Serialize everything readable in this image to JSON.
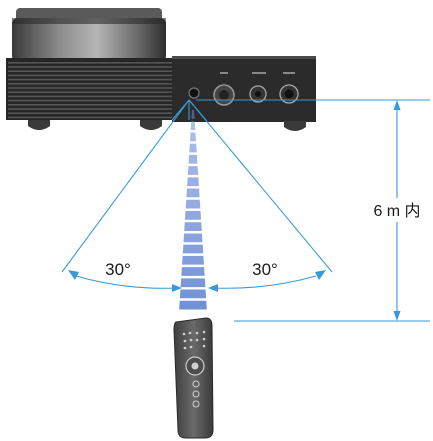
{
  "diagram": {
    "angle_left": "30°",
    "angle_right": "30°",
    "distance": "6 m 内"
  },
  "colors": {
    "guide_line": "#3a9ad9",
    "beam": "#6f8fd6",
    "unit_dark": "#2b2b2b",
    "remote": "#5a5a5a"
  }
}
